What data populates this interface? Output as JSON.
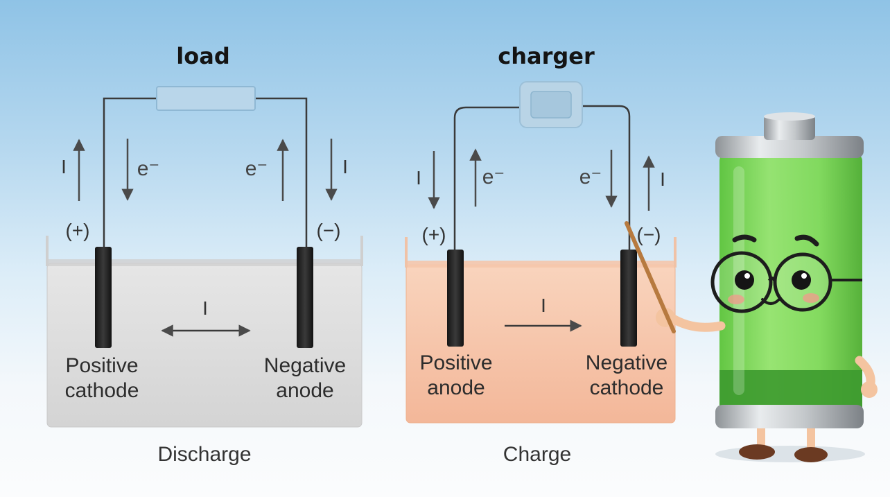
{
  "discharge": {
    "title": "load",
    "caption": "Discharge",
    "plus_terminal": "(+)",
    "minus_terminal": "(−)",
    "current_symbol": "I",
    "electron_symbol": "e⁻",
    "left_electrode": {
      "line1": "Positive",
      "line2": "cathode"
    },
    "right_electrode": {
      "line1": "Negative",
      "line2": "anode"
    },
    "colors": {
      "electrolyte": "#dedede",
      "load_box": "#b9d6ea"
    }
  },
  "charge": {
    "title": "charger",
    "caption": "Charge",
    "plus_terminal": "(+)",
    "minus_terminal": "(−)",
    "current_symbol": "I",
    "electron_symbol": "e⁻",
    "left_electrode": {
      "line1": "Positive",
      "line2": "anode"
    },
    "right_electrode": {
      "line1": "Negative",
      "line2": "cathode"
    },
    "colors": {
      "electrolyte": "#f6c8ad",
      "charger_box": "#b9d4e6"
    }
  },
  "mascot": {
    "icon": "battery-mascot-icon",
    "accessory": "pointer-stick-icon",
    "charge_level_percent": 90,
    "colors": {
      "body": "#7ed957",
      "fill_dark": "#3d9a2f",
      "cap": "#b8bcc0"
    }
  }
}
